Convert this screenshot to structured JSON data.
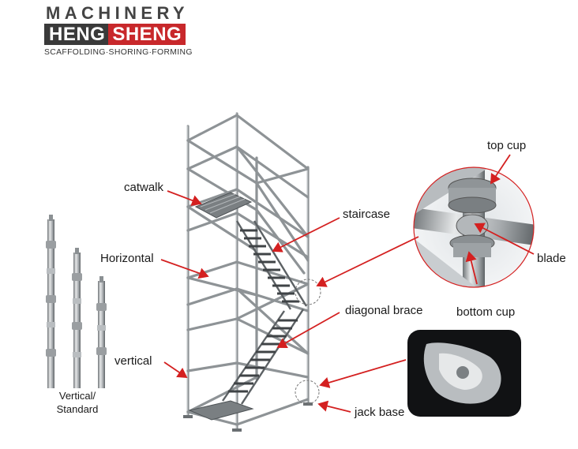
{
  "logo": {
    "line1": "MACHINERY",
    "brand_part1": "HENG",
    "brand_part2": "SHENG",
    "tagline": "SCAFFOLDING·SHORING·FORMING",
    "colors": {
      "dark": "#3a3a3a",
      "red": "#c8282b"
    }
  },
  "labels": {
    "catwalk": "catwalk",
    "horizontal": "Horizontal",
    "vertical": "vertical",
    "staircase": "staircase",
    "diagonal_brace": "diagonal brace",
    "jack_base": "jack base",
    "top_cup": "top cup",
    "blade": "blade",
    "bottom_cup": "bottom cup",
    "vertical_standard_line1": "Vertical/",
    "vertical_standard_line2": "Standard"
  },
  "colors": {
    "pointer": "#d42020",
    "steel": "#a9adb0",
    "steel_dark": "#6d7275"
  }
}
